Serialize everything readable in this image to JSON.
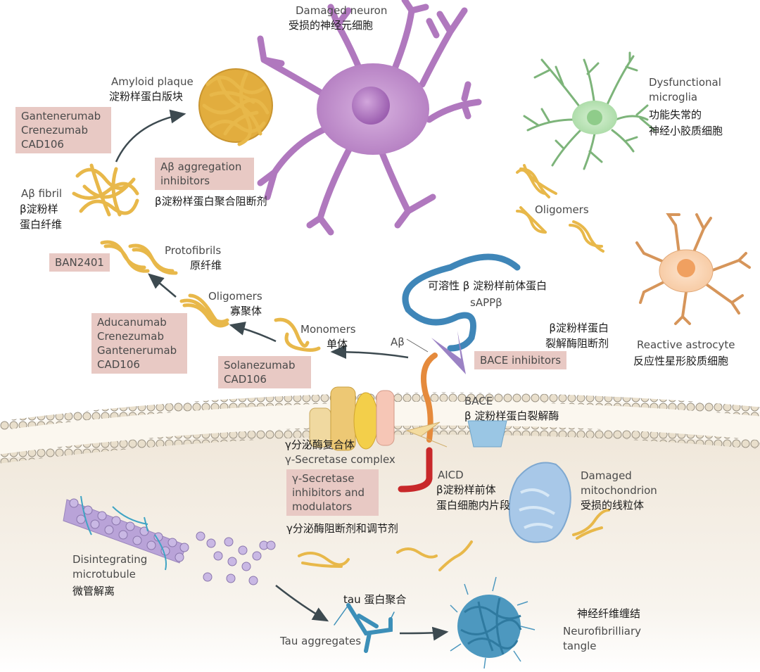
{
  "title": "Amyloid and tau pathology in Alzheimer's disease — therapeutic targets",
  "colors": {
    "amyloid": "#e8b84a",
    "neuron": "#b078be",
    "microglia": "#8cc98a",
    "astrocyte": "#f0a060",
    "sapp": "#3f86b8",
    "abeta": "#e58a3c",
    "aicd": "#c8282a",
    "bace": "#9ac6e4",
    "bace_inhibitor": "#9b82c4",
    "tau": "#3c8fb8",
    "tubulin": "#b9a3d8",
    "drug_box": "#e8c9c4",
    "cytoplasm": "#efe6d8",
    "arrow": "#3d4a50"
  },
  "cells": {
    "damaged_neuron": {
      "en": "Damaged neuron",
      "zh": "受损的神经元细胞"
    },
    "microglia": {
      "en_line1": "Dysfunctional",
      "en_line2": "microglia",
      "zh_line1": "功能失常的",
      "zh_line2": "神经小胶质细胞"
    },
    "astrocyte": {
      "en": "Reactive astrocyte",
      "zh": "反应性星形胶质细胞"
    },
    "oligomers_extracellular": {
      "en": "Oligomers"
    }
  },
  "amyloid_pathway": {
    "plaque": {
      "en": "Amyloid plaque",
      "zh": "淀粉样蛋白版块"
    },
    "fibril": {
      "en": "Aβ fibril",
      "zh_line1": "β淀粉样",
      "zh_line2": "蛋白纤维"
    },
    "protofibrils": {
      "en": "Protofibrils",
      "zh": "原纤维"
    },
    "oligomers": {
      "en": "Oligomers",
      "zh": "寡聚体"
    },
    "monomers": {
      "en": "Monomers",
      "zh": "单体"
    },
    "abeta": "Aβ"
  },
  "drugs": {
    "plaque_box": [
      "Gantenerumab",
      "Crenezumab",
      "CAD106"
    ],
    "aggregation_box": [
      "Aβ aggregation",
      "inhibitors"
    ],
    "aggregation_zh": "β淀粉样蛋白聚合阻断剂",
    "protofibril_box": [
      "BAN2401"
    ],
    "oligomer_box": [
      "Aducanumab",
      "Crenezumab",
      "Gantenerumab",
      "CAD106"
    ],
    "monomer_box": [
      "Solanezumab",
      "CAD106"
    ],
    "bace_box": [
      "BACE inhibitors"
    ],
    "bace_zh_line1": "β淀粉样蛋白",
    "bace_zh_line2": "裂解酶阻断剂",
    "gamma_box": [
      "γ-Secretase",
      "inhibitors and",
      "modulators"
    ],
    "gamma_zh": "γ分泌酶阻断剂和调节剂"
  },
  "membrane": {
    "sapp": {
      "zh": "可溶性 β 淀粉样前体蛋白",
      "en": "sAPPβ"
    },
    "bace": {
      "en": "BACE",
      "zh": "β 淀粉样蛋白裂解酶"
    },
    "gamma_complex": {
      "zh": "γ分泌酶复合体",
      "en": "γ-Secretase complex"
    },
    "aicd": {
      "en": "AICD",
      "zh_line1": "β淀粉样前体",
      "zh_line2": "蛋白细胞内片段"
    },
    "mitochondrion": {
      "en_line1": "Damaged",
      "en_line2": "mitochondrion",
      "zh": "受损的线粒体"
    }
  },
  "tau_pathway": {
    "microtubule": {
      "en_line1": "Disintegrating",
      "en_line2": "microtubule",
      "zh": "微管解离"
    },
    "tau_aggregation_zh": "tau 蛋白聚合",
    "tau_aggregates": "Tau aggregates",
    "tangle": {
      "zh": "神经纤维缠结",
      "en_line1": "Neurofibrilliary",
      "en_line2": "tangle"
    }
  }
}
